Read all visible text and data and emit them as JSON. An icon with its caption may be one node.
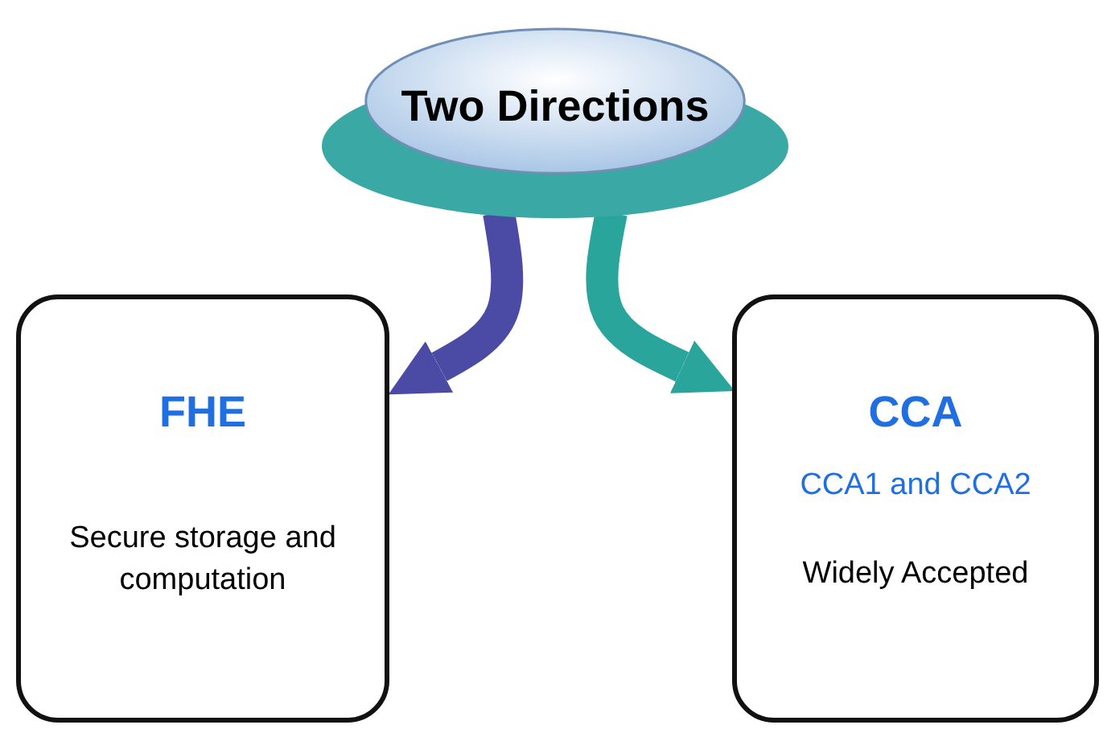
{
  "diagram": {
    "nodes": [
      {
        "text": [
          "Two Directions"
        ]
      },
      {
        "text": [
          "FHE",
          "Secure storage and computation"
        ]
      },
      {
        "text": [
          "CCA",
          "CCA1 and CCA2",
          "Widely Accepted"
        ]
      }
    ],
    "edges": [
      {
        "from": 0,
        "to": 1,
        "arrow": "to",
        "color": "#4b4ba6"
      },
      {
        "from": 0,
        "to": 2,
        "arrow": "to",
        "color": "#2aa59c"
      }
    ]
  }
}
